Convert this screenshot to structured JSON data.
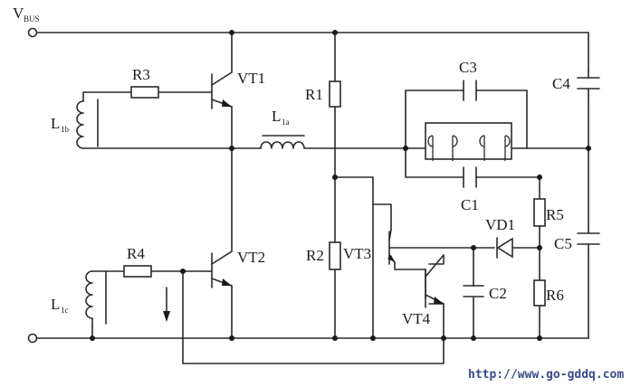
{
  "labels": {
    "vbus_main": "V",
    "vbus_sub": "BUS",
    "r1": "R1",
    "r2": "R2",
    "r3": "R3",
    "r4": "R4",
    "r5": "R5",
    "r6": "R6",
    "vt1": "VT1",
    "vt2": "VT2",
    "vt3": "VT3",
    "vt4": "VT4",
    "c1": "C1",
    "c2": "C2",
    "c3": "C3",
    "c4": "C4",
    "c5": "C5",
    "vd1": "VD1",
    "l1a_main": "L",
    "l1a_sub": "1a",
    "l1b_main": "L",
    "l1b_sub": "1b",
    "l1c_main": "L",
    "l1c_sub": "1c"
  },
  "watermark": "http://www.go-gddq.com"
}
